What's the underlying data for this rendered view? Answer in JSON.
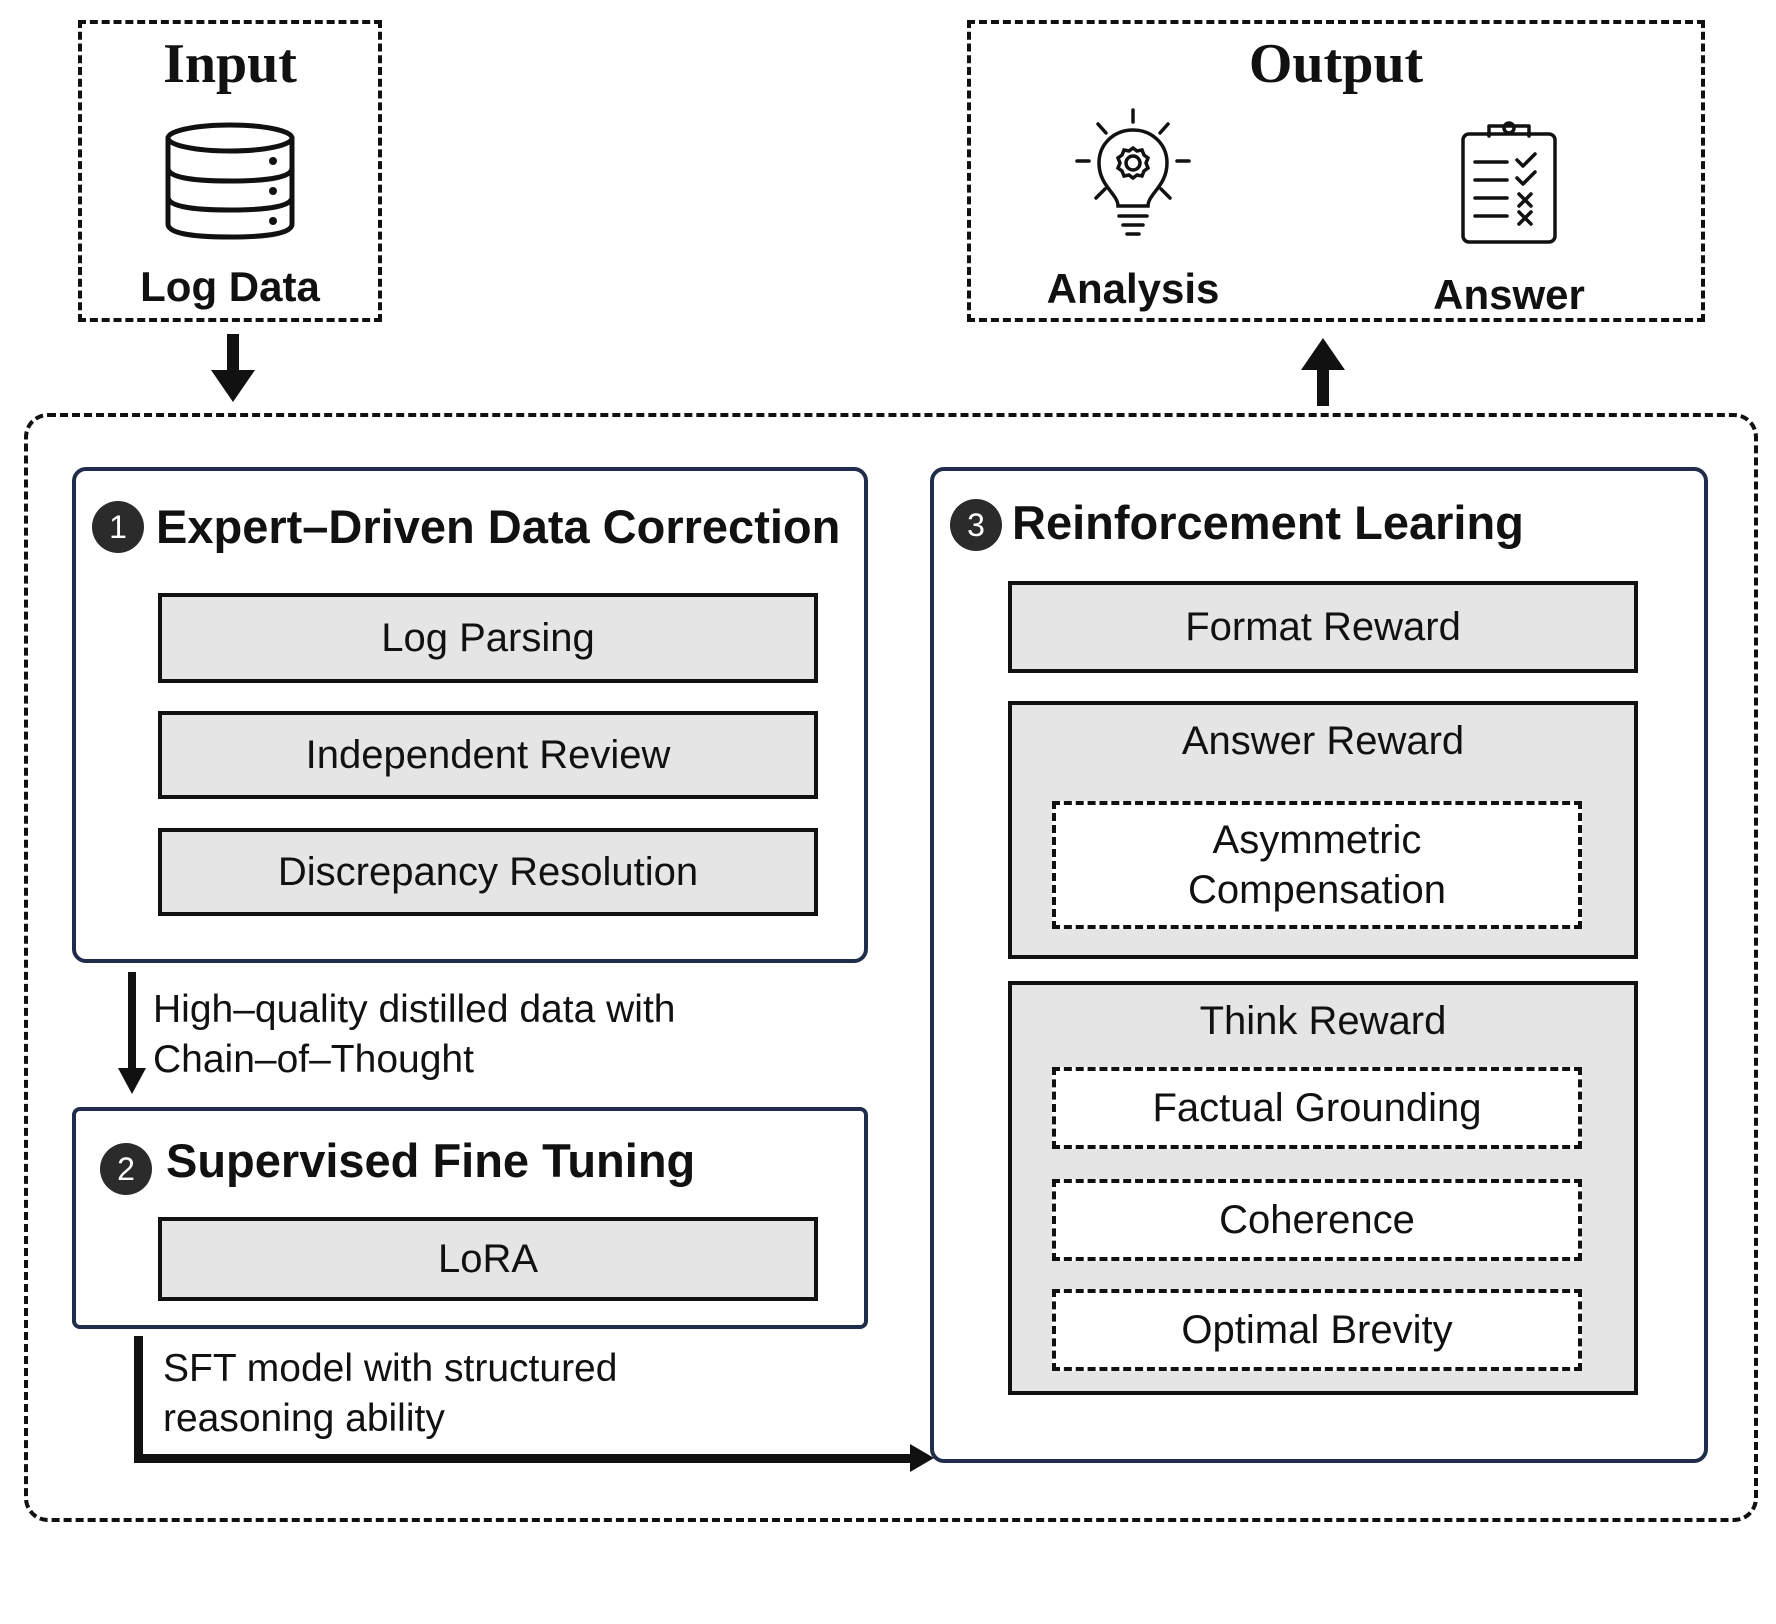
{
  "input": {
    "title": "Input",
    "icon": "database-icon",
    "label": "Log Data"
  },
  "output": {
    "title": "Output",
    "items": [
      {
        "label": "Analysis",
        "icon": "lightbulb-gear-icon"
      },
      {
        "label": "Answer",
        "icon": "clipboard-checklist-icon"
      }
    ]
  },
  "step1": {
    "number": "1",
    "title": "Expert–Driven Data Correction",
    "items": [
      "Log Parsing",
      "Independent Review",
      "Discrepancy Resolution"
    ]
  },
  "transition1": {
    "line1": "High–quality distilled data with",
    "line2": "Chain–of–Thought"
  },
  "step2": {
    "number": "2",
    "title": "Supervised Fine Tuning",
    "items": [
      "LoRA"
    ]
  },
  "transition2": {
    "line1": "SFT model with structured",
    "line2": "reasoning ability"
  },
  "step3": {
    "number": "3",
    "title": "Reinforcement Learing",
    "format_reward": "Format Reward",
    "answer_reward": {
      "title": "Answer Reward",
      "sub_line1": "Asymmetric",
      "sub_line2": "Compensation"
    },
    "think_reward": {
      "title": "Think Reward",
      "items": [
        "Factual Grounding",
        "Coherence",
        "Optimal Brevity"
      ]
    }
  },
  "colors": {
    "panel_border": "#1f2d4a",
    "box_fill": "#e5e5e5",
    "number_badge": "#2b2b2b"
  }
}
